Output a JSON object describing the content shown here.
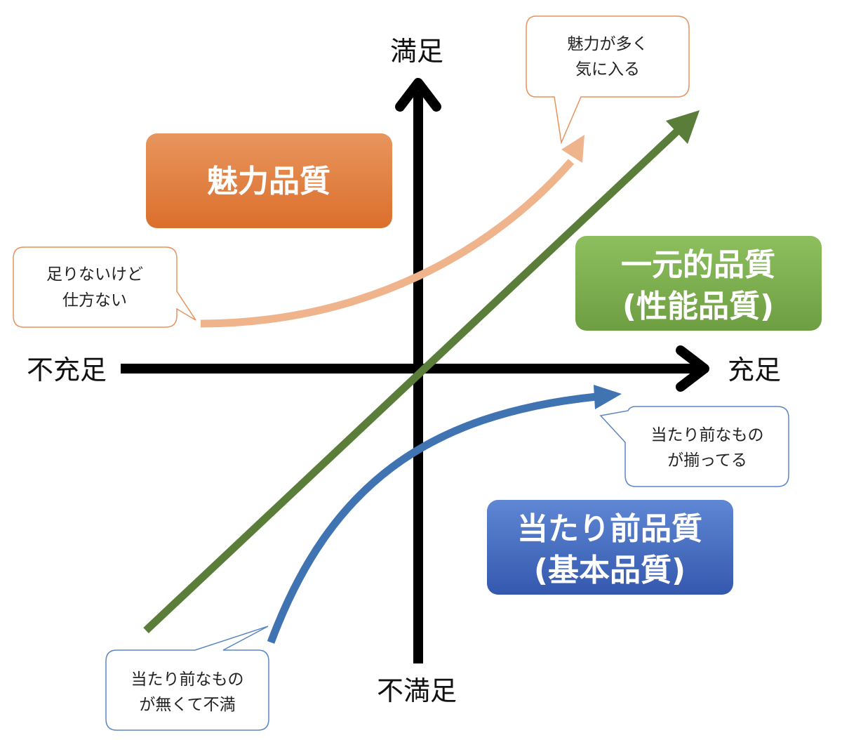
{
  "axes": {
    "top": "満足",
    "bottom": "不満足",
    "left": "不充足",
    "right": "充足"
  },
  "categories": {
    "attractive": "魅力品質",
    "one_dimensional": {
      "line1": "一元的品質",
      "line2": "(性能品質)"
    },
    "must_be": {
      "line1": "当たり前品質",
      "line2": "(基本品質)"
    }
  },
  "bubbles": {
    "attractive": {
      "line1": "魅力が多く",
      "line2": "気に入る"
    },
    "attractive_low": {
      "line1": "足りないけど",
      "line2": "仕方ない"
    },
    "must_be_high": {
      "line1": "当たり前なもの",
      "line2": "が揃ってる"
    },
    "must_be_low": {
      "line1": "当たり前なもの",
      "line2": "が無くて不満"
    }
  },
  "colors": {
    "axis": "#000000",
    "attractive_curve": "#F0B48C",
    "attractive_box": "#E3793A",
    "one_dimensional_line": "#5A7D3A",
    "one_dimensional_box": "#7FAF4E",
    "must_be_curve": "#3F73B2",
    "must_be_box": "#3E68BF",
    "bubble_border_orange": "#E8925A",
    "bubble_border_blue": "#5B86C4"
  }
}
